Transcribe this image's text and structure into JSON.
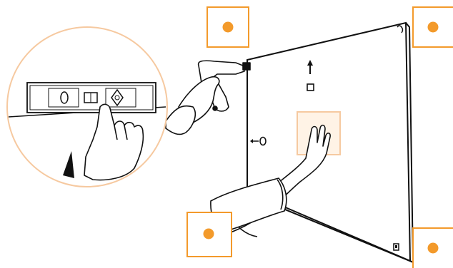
{
  "illustration": {
    "accent_color": "#F39A2B",
    "callout_border_color": "#F6C9A0",
    "frame_fill": "#FFF3E6",
    "line_color": "#111111",
    "marker_boxes": [
      "top-center",
      "top-right",
      "bottom-left",
      "bottom-right"
    ],
    "labels": {
      "left_side_mark": "•O",
      "up_arrow": "↑",
      "square_mark": "□"
    }
  }
}
